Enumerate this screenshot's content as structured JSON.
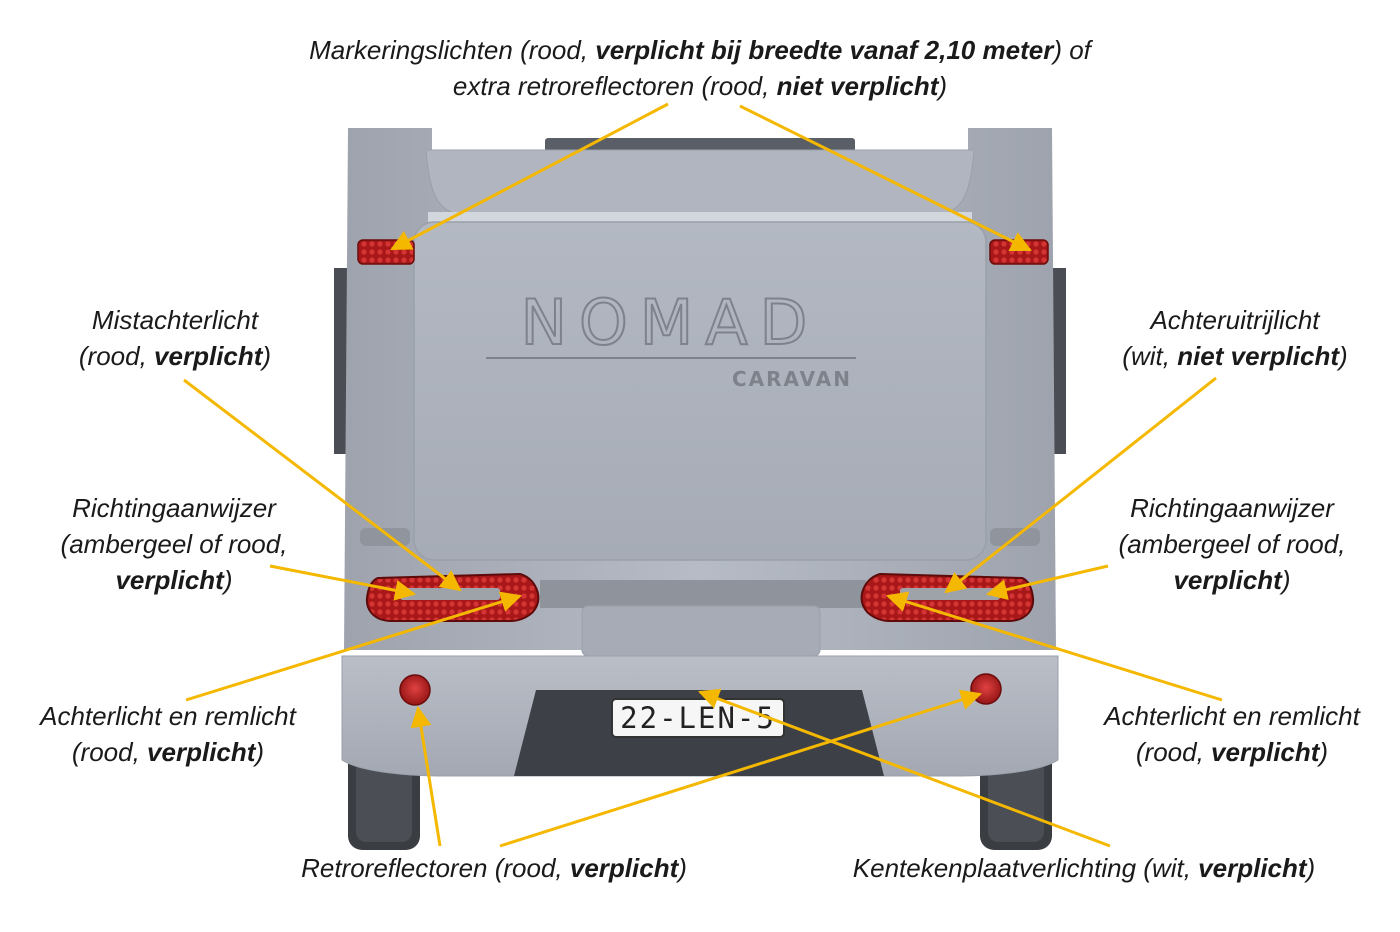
{
  "labels": {
    "marker": {
      "line1_a": "Markeringslichten (rood, ",
      "line1_b": "verplicht bij breedte vanaf 2,10 meter",
      "line1_c": ") of",
      "line2_a": "extra retroreflectoren (rood, ",
      "line2_b": "niet verplicht",
      "line2_c": ")"
    },
    "fog": {
      "line1": "Mistachterlicht",
      "line2_a": "(rood, ",
      "line2_b": "verplicht",
      "line2_c": ")"
    },
    "reverse": {
      "line1": "Achteruitrijlicht",
      "line2_a": "(wit, ",
      "line2_b": "niet verplicht",
      "line2_c": ")"
    },
    "indicator_left": {
      "line1": "Richtingaanwijzer",
      "line2": "(ambergeel of rood,",
      "line3_b": "verplicht",
      "line3_c": ")"
    },
    "indicator_right": {
      "line1": "Richtingaanwijzer",
      "line2": "(ambergeel of rood,",
      "line3_b": "verplicht",
      "line3_c": ")"
    },
    "tail_left": {
      "line1": "Achterlicht en remlicht",
      "line2_a": "(rood, ",
      "line2_b": "verplicht",
      "line2_c": ")"
    },
    "tail_right": {
      "line1": "Achterlicht en remlicht",
      "line2_a": "(rood, ",
      "line2_b": "verplicht",
      "line2_c": ")"
    },
    "reflectors": {
      "a": "Retroreflectoren (rood, ",
      "b": "verplicht",
      "c": ")"
    },
    "plate_light": {
      "a": "Kentekenplaatverlichting (wit, ",
      "b": "verplicht",
      "c": ")"
    }
  },
  "caravan": {
    "brand": "NOMAD",
    "subbrand": "CARAVAN",
    "plate": "22-LEN-5"
  },
  "colors": {
    "arrow": "#f5b800",
    "body": "#aeb3bd",
    "light_red": "#b01c1c",
    "text": "#1a1a1a"
  }
}
